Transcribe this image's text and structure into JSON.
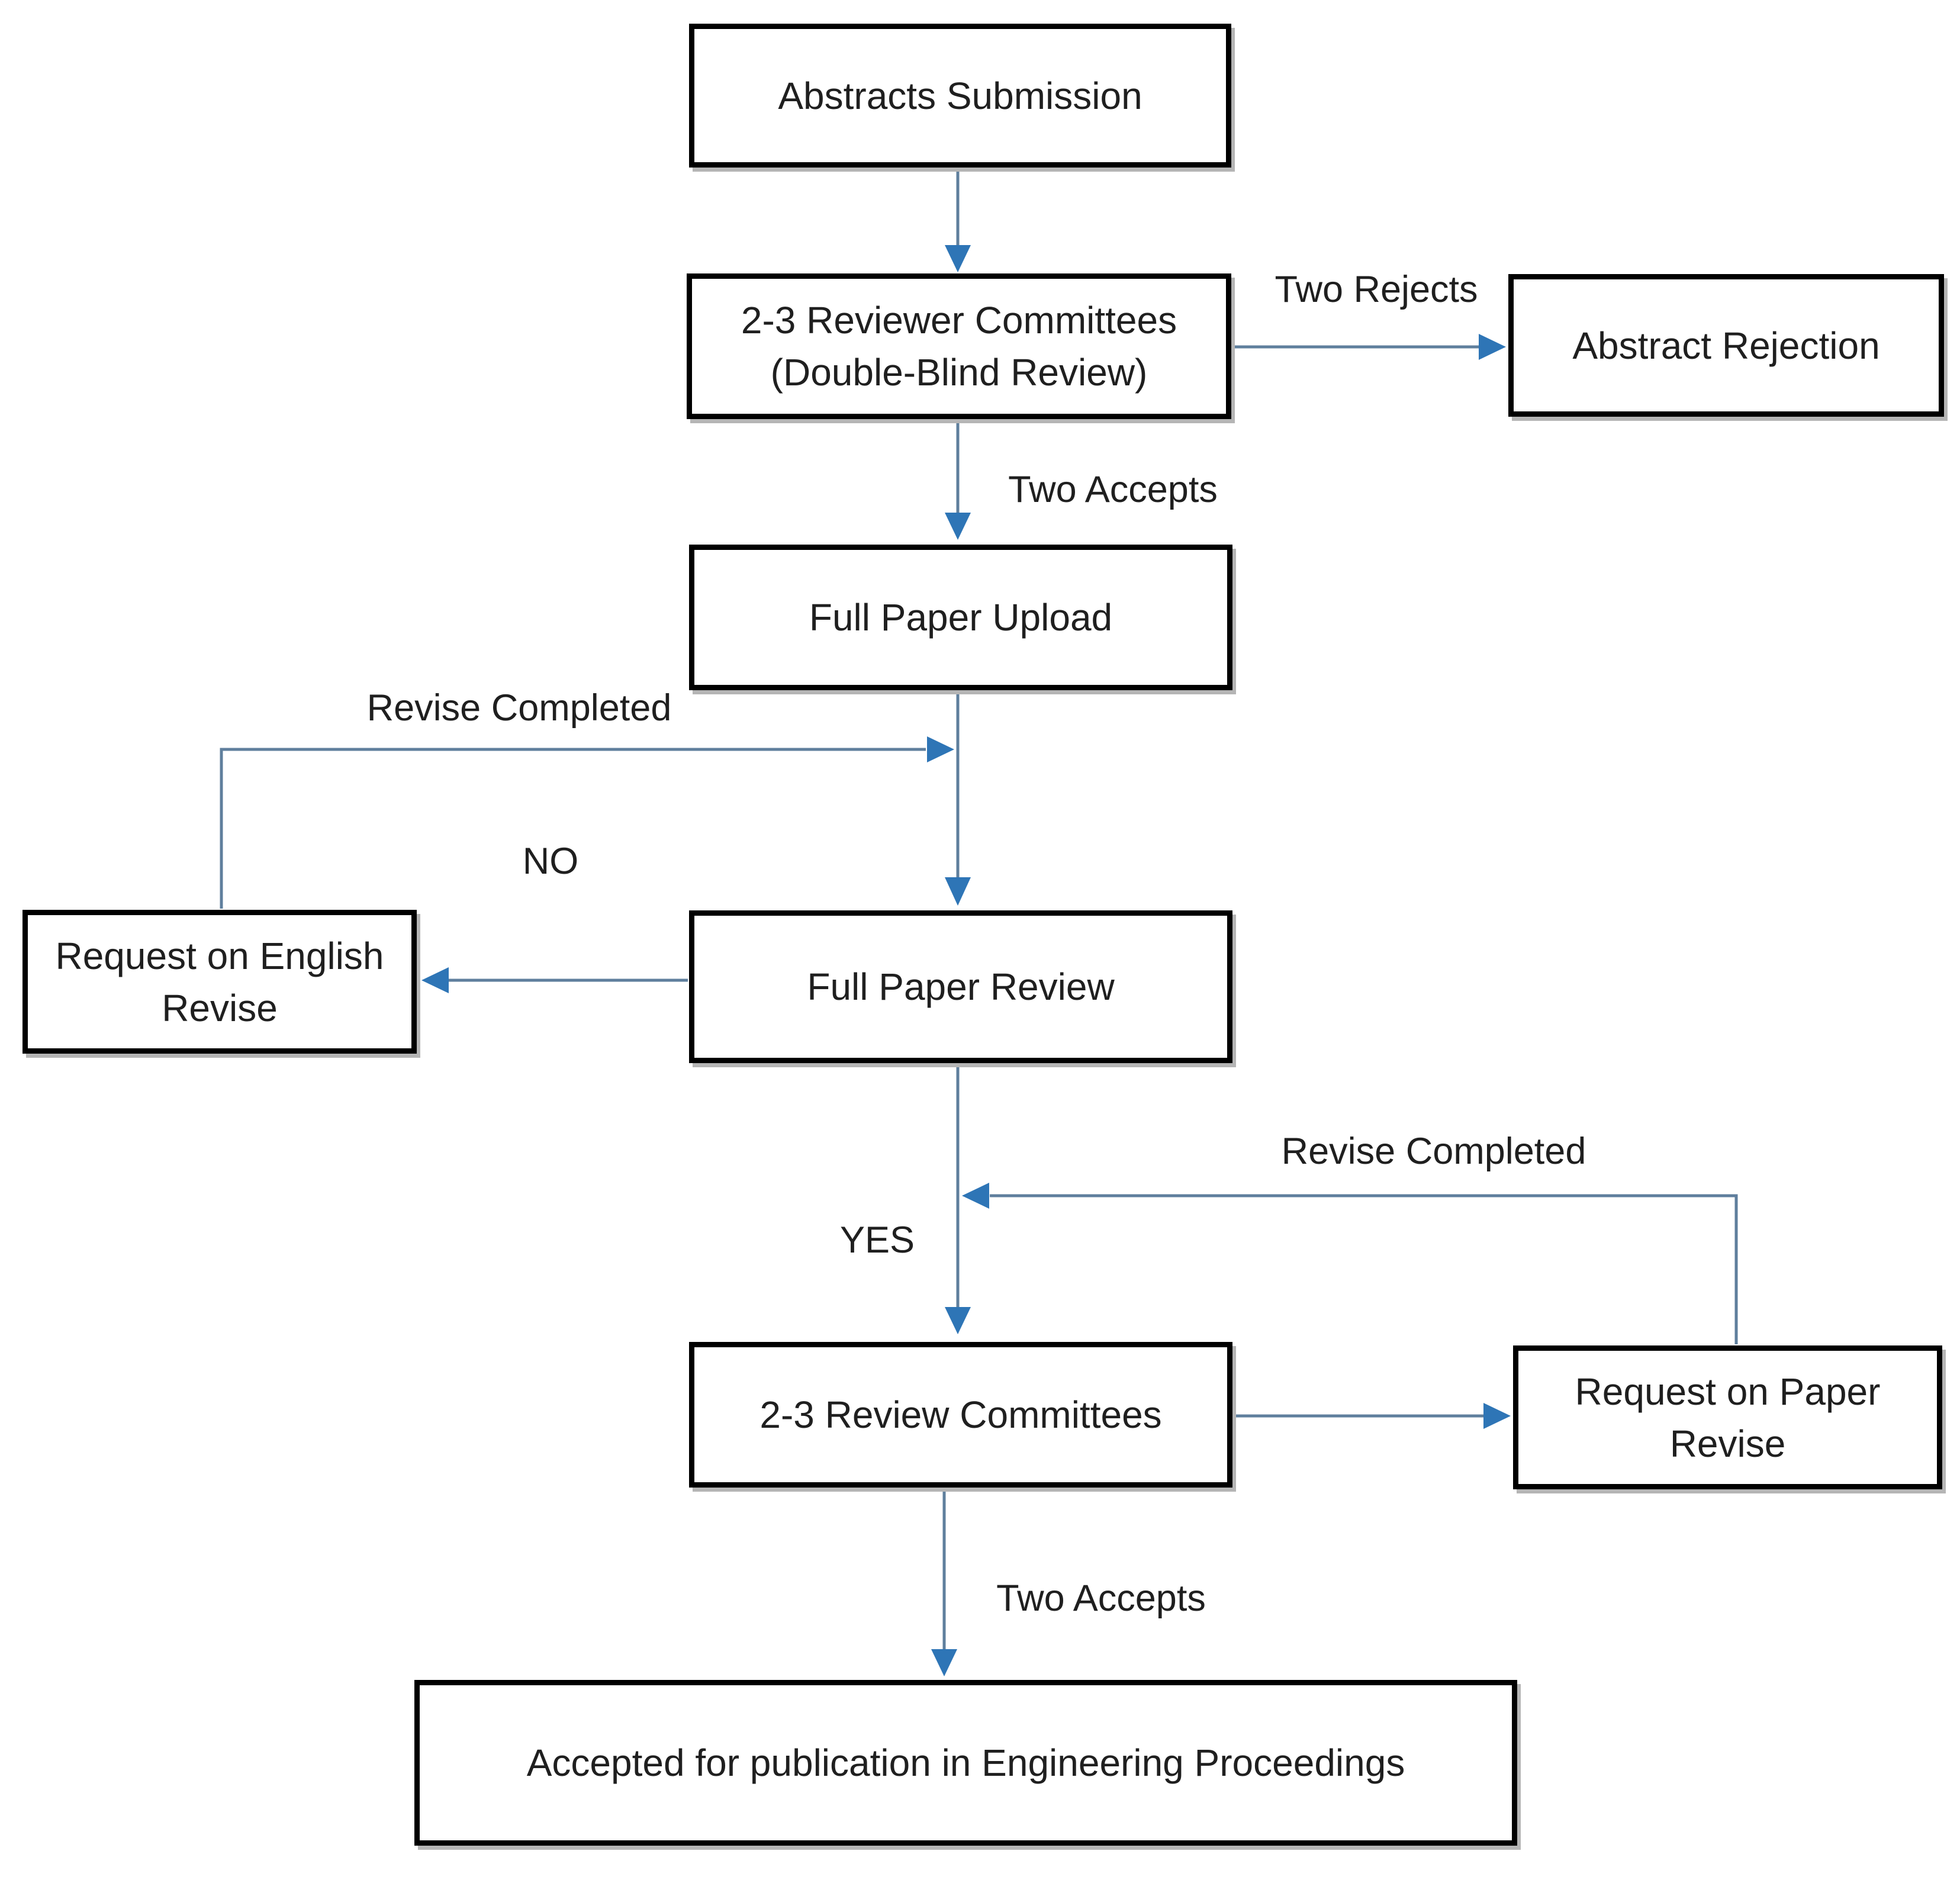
{
  "nodes": {
    "abstracts_submission": {
      "label": "Abstracts Submission"
    },
    "reviewer_committees": {
      "line1": "2-3 Reviewer Committees",
      "line2": "(Double-Blind Review)"
    },
    "abstract_rejection": {
      "label": "Abstract Rejection"
    },
    "full_paper_upload": {
      "label": "Full Paper Upload"
    },
    "request_english_revise": {
      "line1": "Request on English",
      "line2": "Revise"
    },
    "full_paper_review": {
      "label": "Full Paper Review"
    },
    "review_committees": {
      "label": "2-3 Review Committees"
    },
    "request_paper_revise": {
      "line1": "Request on Paper",
      "line2": "Revise"
    },
    "accepted_publication": {
      "label": "Accepted for publication in Engineering Proceedings"
    }
  },
  "edge_labels": {
    "two_rejects": "Two Rejects",
    "two_accepts_top": "Two Accepts",
    "revise_completed_left": "Revise Completed",
    "no": "NO",
    "yes": "YES",
    "revise_completed_right": "Revise Completed",
    "two_accepts_bottom": "Two Accepts"
  },
  "colors": {
    "line": "#5f7f9d",
    "arrow": "#2e75b6",
    "node_border": "#000000",
    "text": "#1f1f1f",
    "background": "#ffffff"
  }
}
